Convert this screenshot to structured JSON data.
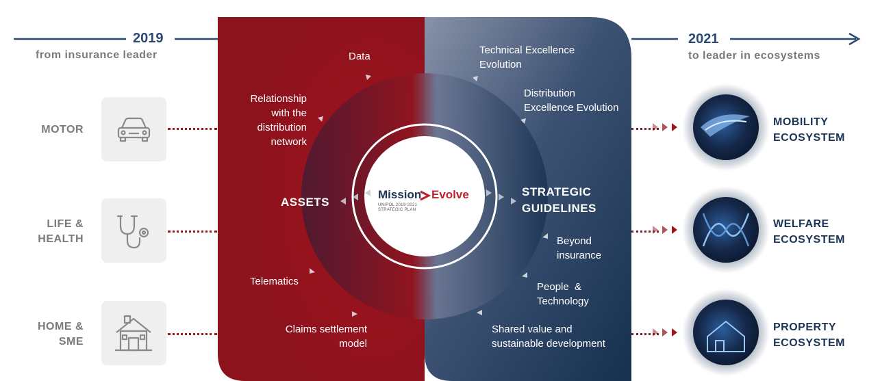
{
  "timeline": {
    "start_year": "2019",
    "start_caption": "from insurance leader",
    "end_year": "2021",
    "end_caption": "to leader in ecosystems"
  },
  "segments": [
    {
      "line1": "MOTOR",
      "line2": "",
      "icon": "car-icon"
    },
    {
      "line1": "LIFE &",
      "line2": "HEALTH",
      "icon": "stethoscope-icon"
    },
    {
      "line1": "HOME &",
      "line2": "SME",
      "icon": "house-icon"
    }
  ],
  "center": {
    "logo_word1": "Mission",
    "logo_word2": "Evolve",
    "logo_sub1": "UNIPOL 2019-2021",
    "logo_sub2": "STRATEGIC PLAN"
  },
  "assets": {
    "title": "ASSETS",
    "items": [
      "Data",
      "Relationship\nwith the\ndistribution\nnetwork",
      "Telematics",
      "Claims settlement\nmodel"
    ]
  },
  "guidelines": {
    "title_line1": "STRATEGIC",
    "title_line2": "GUIDELINES",
    "items": [
      "Technical Excellence\nEvolution",
      "Distribution\nExcellence Evolution",
      "Beyond\ninsurance",
      "People  &\nTechnology",
      "Shared value and\nsustainable development"
    ]
  },
  "ecosystems": [
    {
      "line1": "MOBILITY",
      "line2": "ECOSYSTEM",
      "icon": "mobility-icon"
    },
    {
      "line1": "WELFARE",
      "line2": "ECOSYSTEM",
      "icon": "dna-icon"
    },
    {
      "line1": "PROPERTY",
      "line2": "ECOSYSTEM",
      "icon": "smart-house-icon"
    }
  ],
  "colors": {
    "red": "#9c1620",
    "navy": "#1c3555",
    "grey": "#7a7a7a"
  }
}
